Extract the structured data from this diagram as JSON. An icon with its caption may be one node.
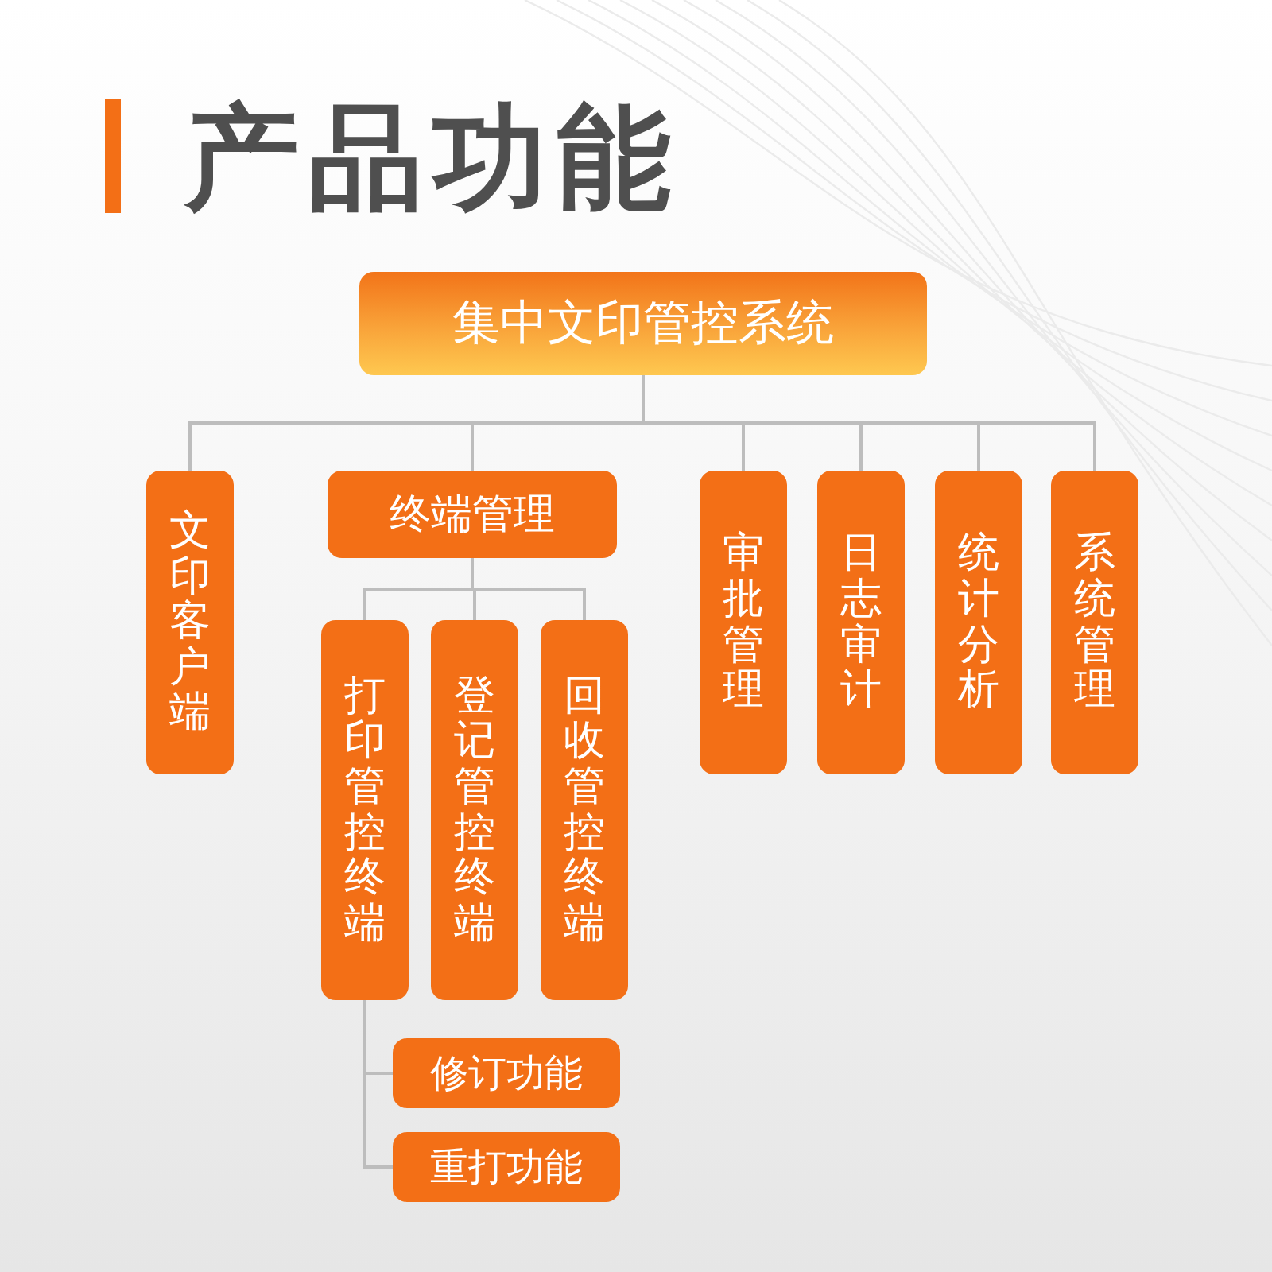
{
  "diagram": {
    "title": "产品功能",
    "nodes": [
      {
        "text": [
          "集中文印管控系统"
        ]
      },
      {
        "text": [
          "文印客户端"
        ]
      },
      {
        "text": [
          "终端管理"
        ]
      },
      {
        "text": [
          "审批管理"
        ]
      },
      {
        "text": [
          "日志审计"
        ]
      },
      {
        "text": [
          "统计分析"
        ]
      },
      {
        "text": [
          "系统管理"
        ]
      },
      {
        "text": [
          "打印管控终端"
        ]
      },
      {
        "text": [
          "登记管控终端"
        ]
      },
      {
        "text": [
          "回收管控终端"
        ]
      },
      {
        "text": [
          "修订功能"
        ]
      },
      {
        "text": [
          "重打功能"
        ]
      }
    ],
    "edges": [
      {
        "from": 0,
        "to": 1,
        "arrow": "none"
      },
      {
        "from": 0,
        "to": 2,
        "arrow": "none"
      },
      {
        "from": 0,
        "to": 3,
        "arrow": "none"
      },
      {
        "from": 0,
        "to": 4,
        "arrow": "none"
      },
      {
        "from": 0,
        "to": 5,
        "arrow": "none"
      },
      {
        "from": 0,
        "to": 6,
        "arrow": "none"
      },
      {
        "from": 2,
        "to": 7,
        "arrow": "none"
      },
      {
        "from": 2,
        "to": 8,
        "arrow": "none"
      },
      {
        "from": 2,
        "to": 9,
        "arrow": "none"
      },
      {
        "from": 7,
        "to": 10,
        "arrow": "none"
      },
      {
        "from": 7,
        "to": 11,
        "arrow": "none"
      }
    ]
  }
}
